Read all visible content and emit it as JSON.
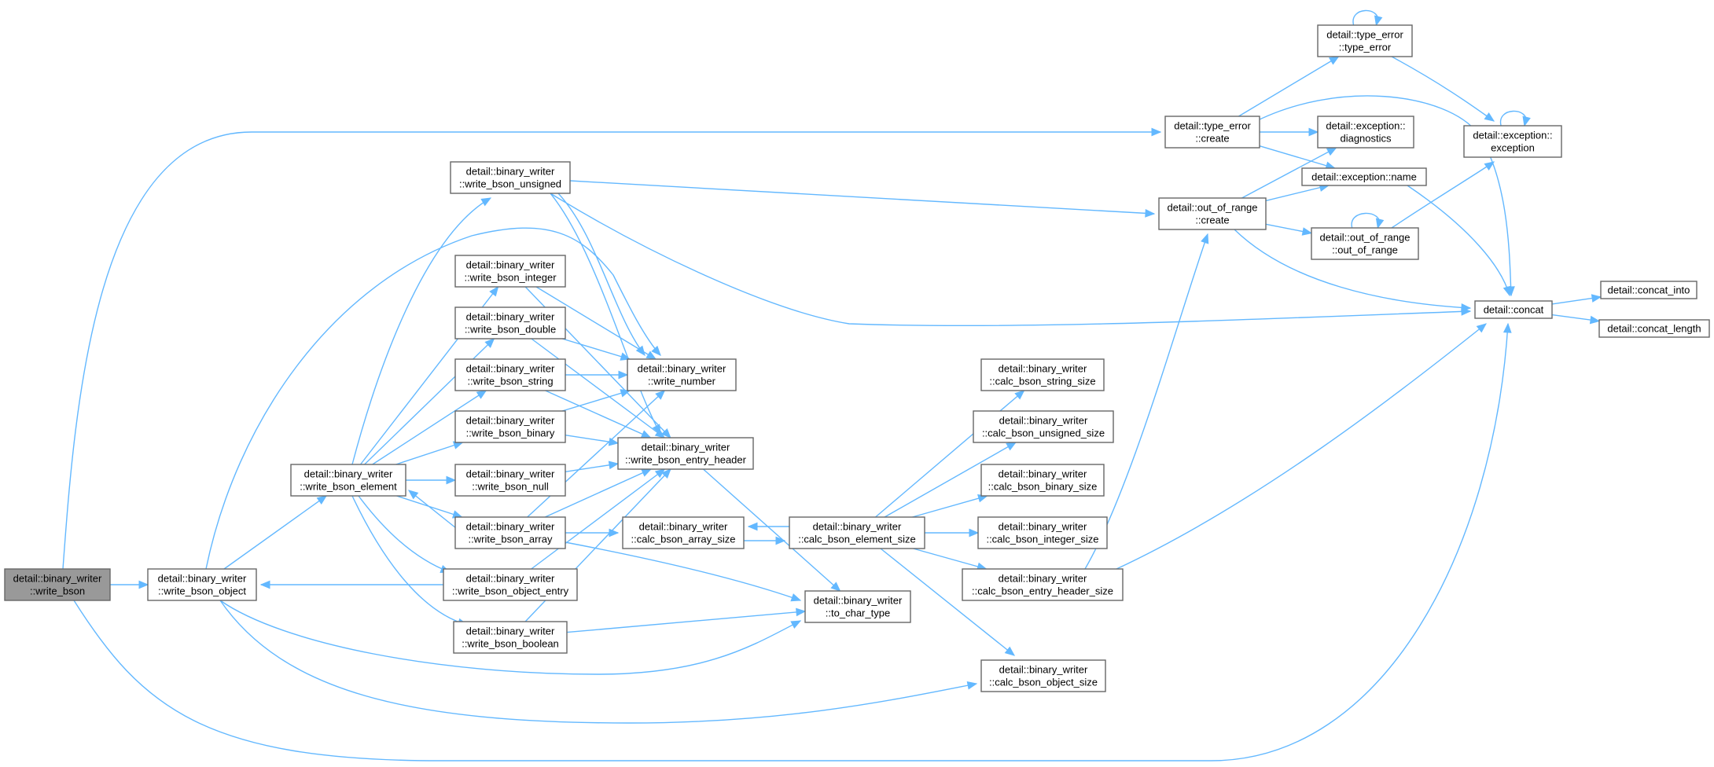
{
  "graph": {
    "root": "write_bson",
    "nodes": [
      {
        "id": "write_bson",
        "lines": [
          "detail::binary_writer",
          "::write_bson"
        ]
      },
      {
        "id": "write_bson_object",
        "lines": [
          "detail::binary_writer",
          "::write_bson_object"
        ]
      },
      {
        "id": "write_bson_element",
        "lines": [
          "detail::binary_writer",
          "::write_bson_element"
        ]
      },
      {
        "id": "write_bson_unsigned",
        "lines": [
          "detail::binary_writer",
          "::write_bson_unsigned"
        ]
      },
      {
        "id": "write_bson_integer",
        "lines": [
          "detail::binary_writer",
          "::write_bson_integer"
        ]
      },
      {
        "id": "write_bson_double",
        "lines": [
          "detail::binary_writer",
          "::write_bson_double"
        ]
      },
      {
        "id": "write_bson_string",
        "lines": [
          "detail::binary_writer",
          "::write_bson_string"
        ]
      },
      {
        "id": "write_bson_binary",
        "lines": [
          "detail::binary_writer",
          "::write_bson_binary"
        ]
      },
      {
        "id": "write_bson_null",
        "lines": [
          "detail::binary_writer",
          "::write_bson_null"
        ]
      },
      {
        "id": "write_bson_array",
        "lines": [
          "detail::binary_writer",
          "::write_bson_array"
        ]
      },
      {
        "id": "write_bson_object_entry",
        "lines": [
          "detail::binary_writer",
          "::write_bson_object_entry"
        ]
      },
      {
        "id": "write_bson_boolean",
        "lines": [
          "detail::binary_writer",
          "::write_bson_boolean"
        ]
      },
      {
        "id": "write_number",
        "lines": [
          "detail::binary_writer",
          "::write_number"
        ]
      },
      {
        "id": "write_bson_entry_header",
        "lines": [
          "detail::binary_writer",
          "::write_bson_entry_header"
        ]
      },
      {
        "id": "calc_bson_array_size",
        "lines": [
          "detail::binary_writer",
          "::calc_bson_array_size"
        ]
      },
      {
        "id": "to_char_type",
        "lines": [
          "detail::binary_writer",
          "::to_char_type"
        ]
      },
      {
        "id": "calc_bson_element_size",
        "lines": [
          "detail::binary_writer",
          "::calc_bson_element_size"
        ]
      },
      {
        "id": "calc_bson_string_size",
        "lines": [
          "detail::binary_writer",
          "::calc_bson_string_size"
        ]
      },
      {
        "id": "calc_bson_unsigned_size",
        "lines": [
          "detail::binary_writer",
          "::calc_bson_unsigned_size"
        ]
      },
      {
        "id": "calc_bson_binary_size",
        "lines": [
          "detail::binary_writer",
          "::calc_bson_binary_size"
        ]
      },
      {
        "id": "calc_bson_integer_size",
        "lines": [
          "detail::binary_writer",
          "::calc_bson_integer_size"
        ]
      },
      {
        "id": "calc_bson_entry_header_size",
        "lines": [
          "detail::binary_writer",
          "::calc_bson_entry_header_size"
        ]
      },
      {
        "id": "calc_bson_object_size",
        "lines": [
          "detail::binary_writer",
          "::calc_bson_object_size"
        ]
      },
      {
        "id": "type_error_create",
        "lines": [
          "detail::type_error",
          "::create"
        ]
      },
      {
        "id": "out_of_range_create",
        "lines": [
          "detail::out_of_range",
          "::create"
        ]
      },
      {
        "id": "type_error_ctor",
        "lines": [
          "detail::type_error",
          "::type_error"
        ]
      },
      {
        "id": "exception_diagnostics",
        "lines": [
          "detail::exception::",
          "diagnostics"
        ]
      },
      {
        "id": "exception_name",
        "lines": [
          "detail::exception::name"
        ]
      },
      {
        "id": "out_of_range_ctor",
        "lines": [
          "detail::out_of_range",
          "::out_of_range"
        ]
      },
      {
        "id": "exception_ctor",
        "lines": [
          "detail::exception::",
          "exception"
        ]
      },
      {
        "id": "concat",
        "lines": [
          "detail::concat"
        ]
      },
      {
        "id": "concat_into",
        "lines": [
          "detail::concat_into"
        ]
      },
      {
        "id": "concat_length",
        "lines": [
          "detail::concat_length"
        ]
      }
    ],
    "edges": [
      [
        "write_bson",
        "type_error_create"
      ],
      [
        "write_bson",
        "write_bson_object"
      ],
      [
        "write_bson",
        "concat"
      ],
      [
        "write_bson_object",
        "write_number"
      ],
      [
        "write_bson_object",
        "write_bson_element"
      ],
      [
        "write_bson_object",
        "to_char_type"
      ],
      [
        "write_bson_object",
        "calc_bson_object_size"
      ],
      [
        "write_bson_element",
        "write_bson_unsigned"
      ],
      [
        "write_bson_element",
        "write_bson_integer"
      ],
      [
        "write_bson_element",
        "write_bson_double"
      ],
      [
        "write_bson_element",
        "write_bson_string"
      ],
      [
        "write_bson_element",
        "write_bson_binary"
      ],
      [
        "write_bson_element",
        "write_bson_null"
      ],
      [
        "write_bson_element",
        "write_bson_array"
      ],
      [
        "write_bson_element",
        "write_bson_object_entry"
      ],
      [
        "write_bson_element",
        "write_bson_boolean"
      ],
      [
        "write_bson_unsigned",
        "write_number"
      ],
      [
        "write_bson_unsigned",
        "write_bson_entry_header"
      ],
      [
        "write_bson_unsigned",
        "out_of_range_create"
      ],
      [
        "write_bson_unsigned",
        "concat"
      ],
      [
        "write_bson_integer",
        "write_number"
      ],
      [
        "write_bson_integer",
        "write_bson_entry_header"
      ],
      [
        "write_bson_double",
        "write_number"
      ],
      [
        "write_bson_double",
        "write_bson_entry_header"
      ],
      [
        "write_bson_string",
        "write_number"
      ],
      [
        "write_bson_string",
        "write_bson_entry_header"
      ],
      [
        "write_bson_binary",
        "write_number"
      ],
      [
        "write_bson_binary",
        "write_bson_entry_header"
      ],
      [
        "write_bson_null",
        "write_bson_entry_header"
      ],
      [
        "write_bson_array",
        "write_bson_element"
      ],
      [
        "write_bson_array",
        "write_number"
      ],
      [
        "write_bson_array",
        "write_bson_entry_header"
      ],
      [
        "write_bson_array",
        "calc_bson_array_size"
      ],
      [
        "write_bson_array",
        "to_char_type"
      ],
      [
        "write_bson_object_entry",
        "write_bson_object"
      ],
      [
        "write_bson_object_entry",
        "write_bson_entry_header"
      ],
      [
        "write_bson_boolean",
        "write_bson_entry_header"
      ],
      [
        "write_bson_boolean",
        "to_char_type"
      ],
      [
        "write_bson_entry_header",
        "to_char_type"
      ],
      [
        "calc_bson_array_size",
        "calc_bson_element_size"
      ],
      [
        "calc_bson_element_size",
        "calc_bson_array_size"
      ],
      [
        "calc_bson_element_size",
        "calc_bson_string_size"
      ],
      [
        "calc_bson_element_size",
        "calc_bson_unsigned_size"
      ],
      [
        "calc_bson_element_size",
        "calc_bson_binary_size"
      ],
      [
        "calc_bson_element_size",
        "calc_bson_integer_size"
      ],
      [
        "calc_bson_element_size",
        "calc_bson_entry_header_size"
      ],
      [
        "calc_bson_element_size",
        "calc_bson_object_size"
      ],
      [
        "calc_bson_entry_header_size",
        "out_of_range_create"
      ],
      [
        "calc_bson_entry_header_size",
        "concat"
      ],
      [
        "type_error_create",
        "type_error_ctor"
      ],
      [
        "type_error_create",
        "exception_diagnostics"
      ],
      [
        "type_error_create",
        "exception_name"
      ],
      [
        "type_error_create",
        "concat"
      ],
      [
        "type_error_ctor",
        "type_error_ctor"
      ],
      [
        "type_error_ctor",
        "exception_ctor"
      ],
      [
        "out_of_range_create",
        "exception_diagnostics"
      ],
      [
        "out_of_range_create",
        "exception_name"
      ],
      [
        "out_of_range_create",
        "out_of_range_ctor"
      ],
      [
        "out_of_range_create",
        "concat"
      ],
      [
        "out_of_range_ctor",
        "out_of_range_ctor"
      ],
      [
        "out_of_range_ctor",
        "exception_ctor"
      ],
      [
        "exception_name",
        "concat"
      ],
      [
        "exception_ctor",
        "exception_ctor"
      ],
      [
        "concat",
        "concat_into"
      ],
      [
        "concat",
        "concat_length"
      ]
    ]
  }
}
